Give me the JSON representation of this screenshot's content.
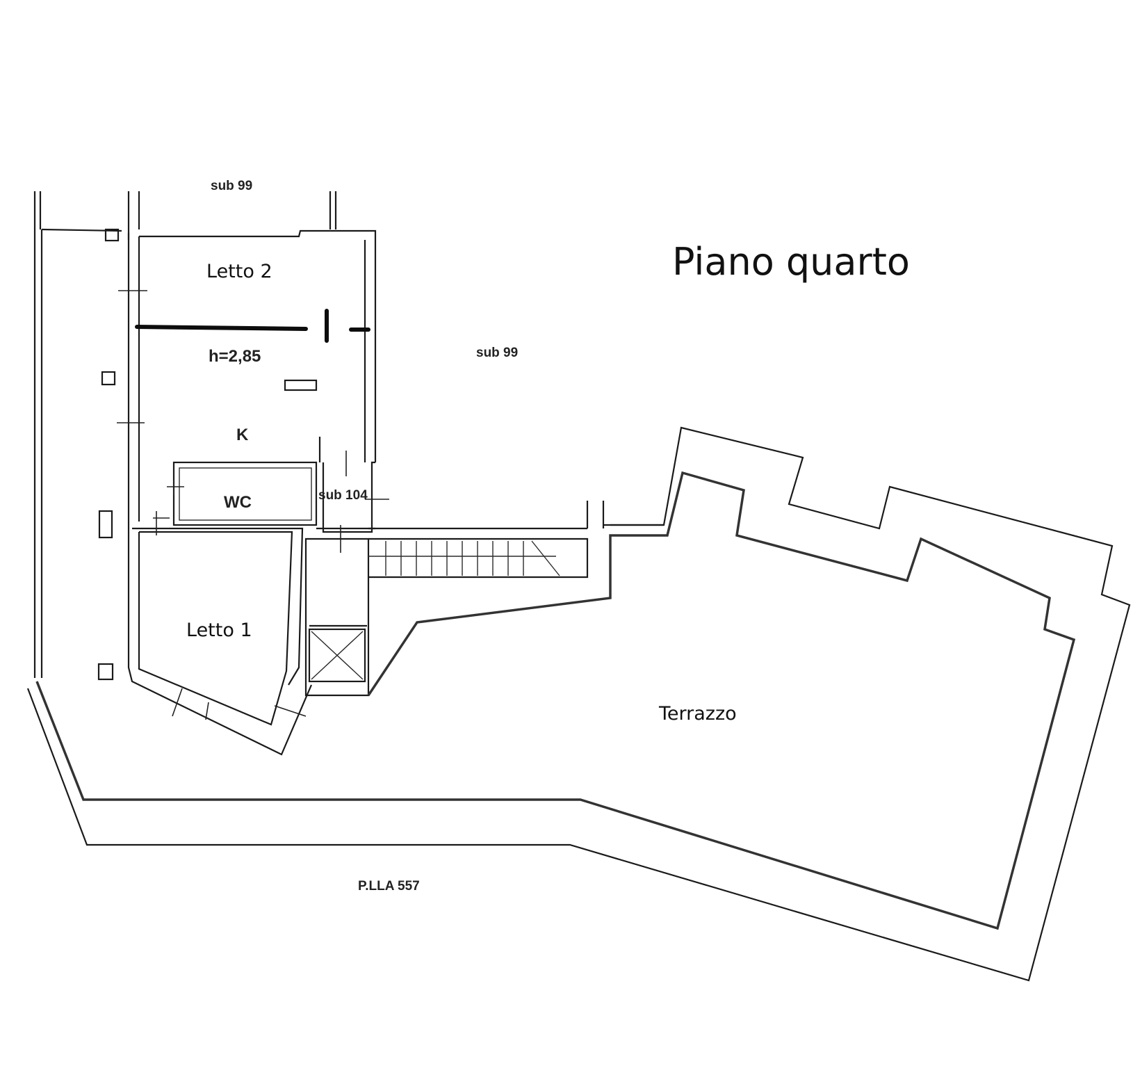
{
  "title": "Piano quarto",
  "rooms": {
    "letto2": "Letto 2",
    "height": "h=2,85",
    "kitchen": "K",
    "wc": "WC",
    "sub104": "sub 104",
    "letto1": "Letto 1",
    "terrazzo": "Terrazzo"
  },
  "cadastral": {
    "sub99_top": "sub 99",
    "sub99_right": "sub 99",
    "parcel": "P.LLA 557"
  }
}
